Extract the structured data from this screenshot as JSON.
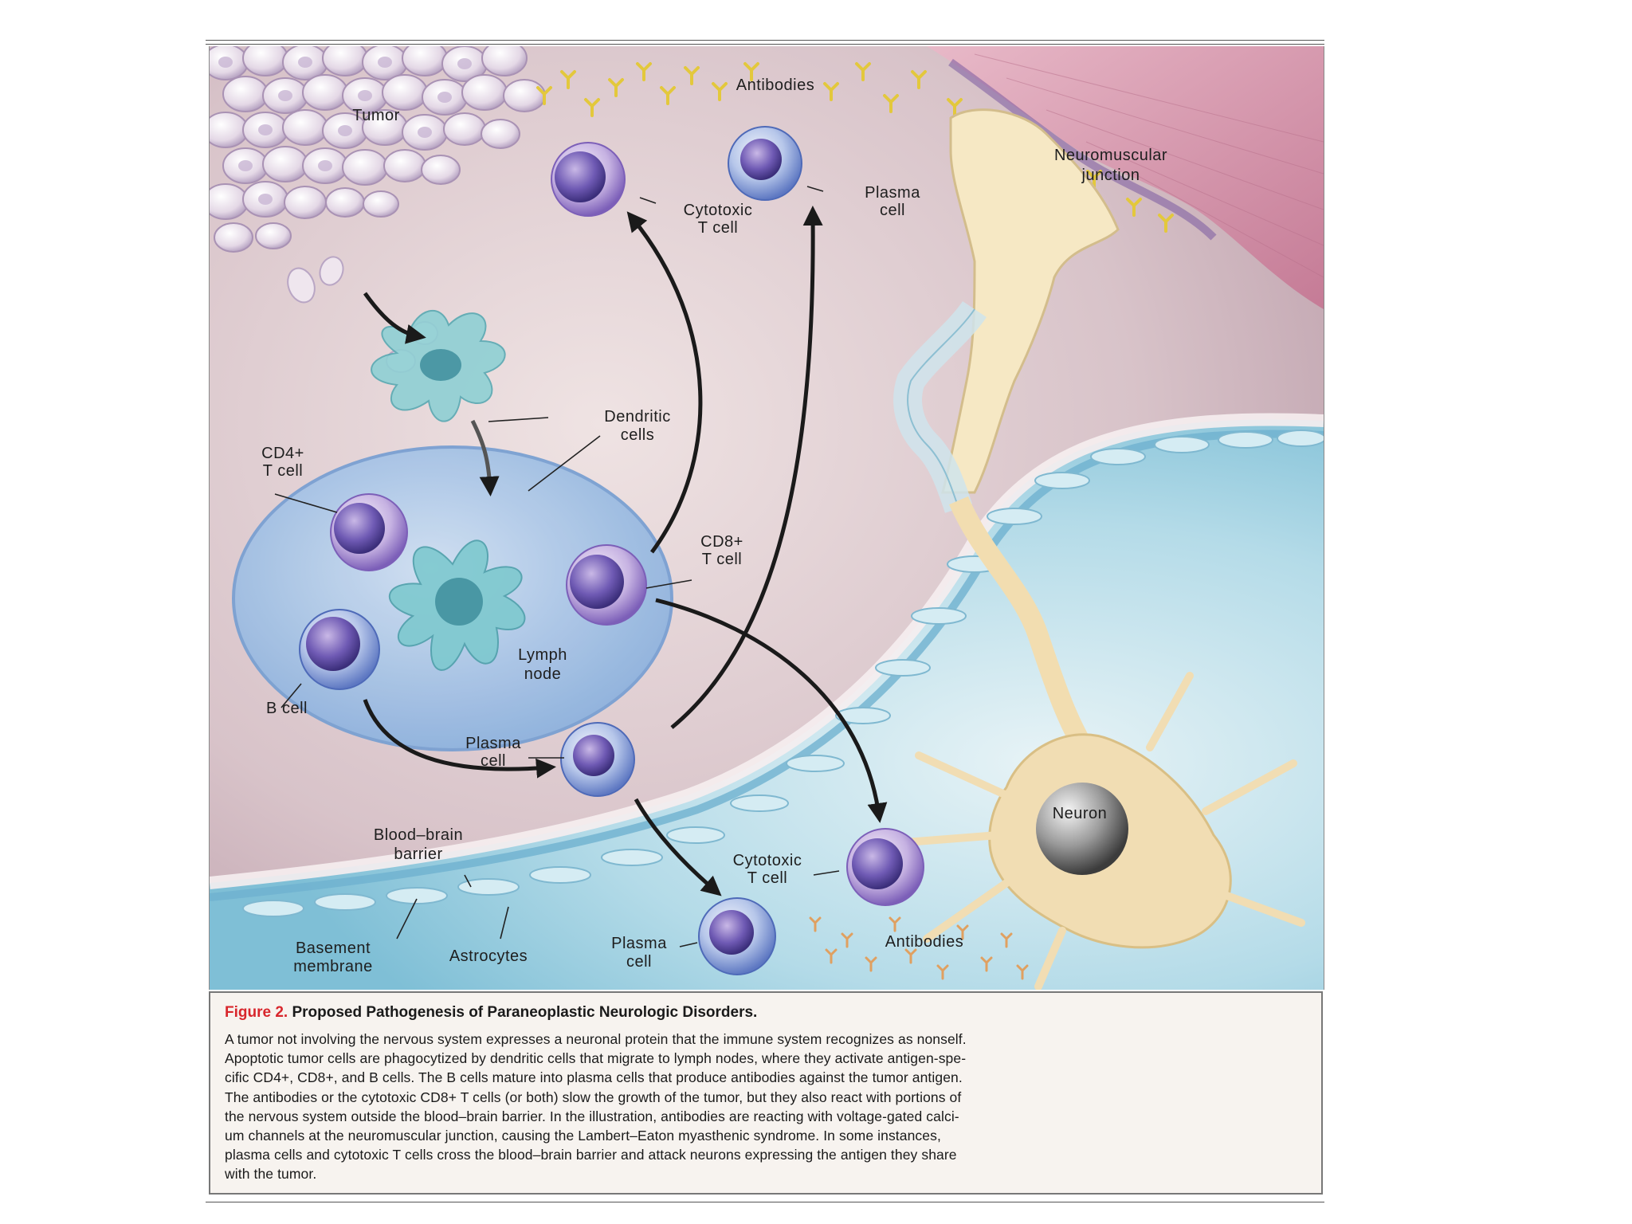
{
  "labels": {
    "tumor": "Tumor",
    "antibodies_top": "Antibodies",
    "nmj_1": "Neuromuscular",
    "nmj_2": "junction",
    "cytotoxic_top_1": "Cytotoxic",
    "cytotoxic_top_2": "T cell",
    "plasma_top_1": "Plasma",
    "plasma_top_2": "cell",
    "dendritic_1": "Dendritic",
    "dendritic_2": "cells",
    "cd4_1": "CD4+",
    "cd4_2": "T cell",
    "cd8_1": "CD8+",
    "cd8_2": "T cell",
    "lymph_1": "Lymph",
    "lymph_2": "node",
    "bcell": "B cell",
    "plasma_mid_1": "Plasma",
    "plasma_mid_2": "cell",
    "bbb_1": "Blood–brain",
    "bbb_2": "barrier",
    "basement_1": "Basement",
    "basement_2": "membrane",
    "astrocytes": "Astrocytes",
    "plasma_bot_1": "Plasma",
    "plasma_bot_2": "cell",
    "cytotoxic_bot_1": "Cytotoxic",
    "cytotoxic_bot_2": "T cell",
    "antibodies_bot": "Antibodies",
    "neuron": "Neuron"
  },
  "caption": {
    "figure_number": "Figure 2.",
    "title": "Proposed Pathogenesis of Paraneoplastic Neurologic Disorders.",
    "lines": [
      "A tumor not involving the nervous system expresses a neuronal protein that the immune system recognizes as nonself.",
      "Apoptotic tumor cells are phagocytized by dendritic cells that migrate to lymph nodes, where they activate antigen-spe-",
      "cific CD4+, CD8+, and B cells. The B cells mature into plasma cells that produce antibodies against the tumor antigen.",
      "The antibodies or the cytotoxic CD8+ T cells (or both) slow the growth of the tumor, but they also react with portions of",
      "the nervous system outside the blood–brain barrier. In the illustration, antibodies are reacting with voltage-gated calci-",
      "um channels at the neuromuscular junction, causing the Lambert–Eaton myasthenic syndrome. In some instances,",
      "plasma cells and cytotoxic T cells cross the blood–brain barrier and attack neurons expressing the antigen they share",
      "with the tumor."
    ]
  },
  "colors": {
    "background": "#d9c6cc",
    "tumor_cell": "#e6dbe6",
    "lymph_node": "#a9c4e4",
    "brain_blue": "#a9d6e6",
    "neuron": "#f1ddb3",
    "muscle": "#cf8fa5",
    "antibody": "#e8d24a",
    "caption_red": "#d8262c"
  }
}
